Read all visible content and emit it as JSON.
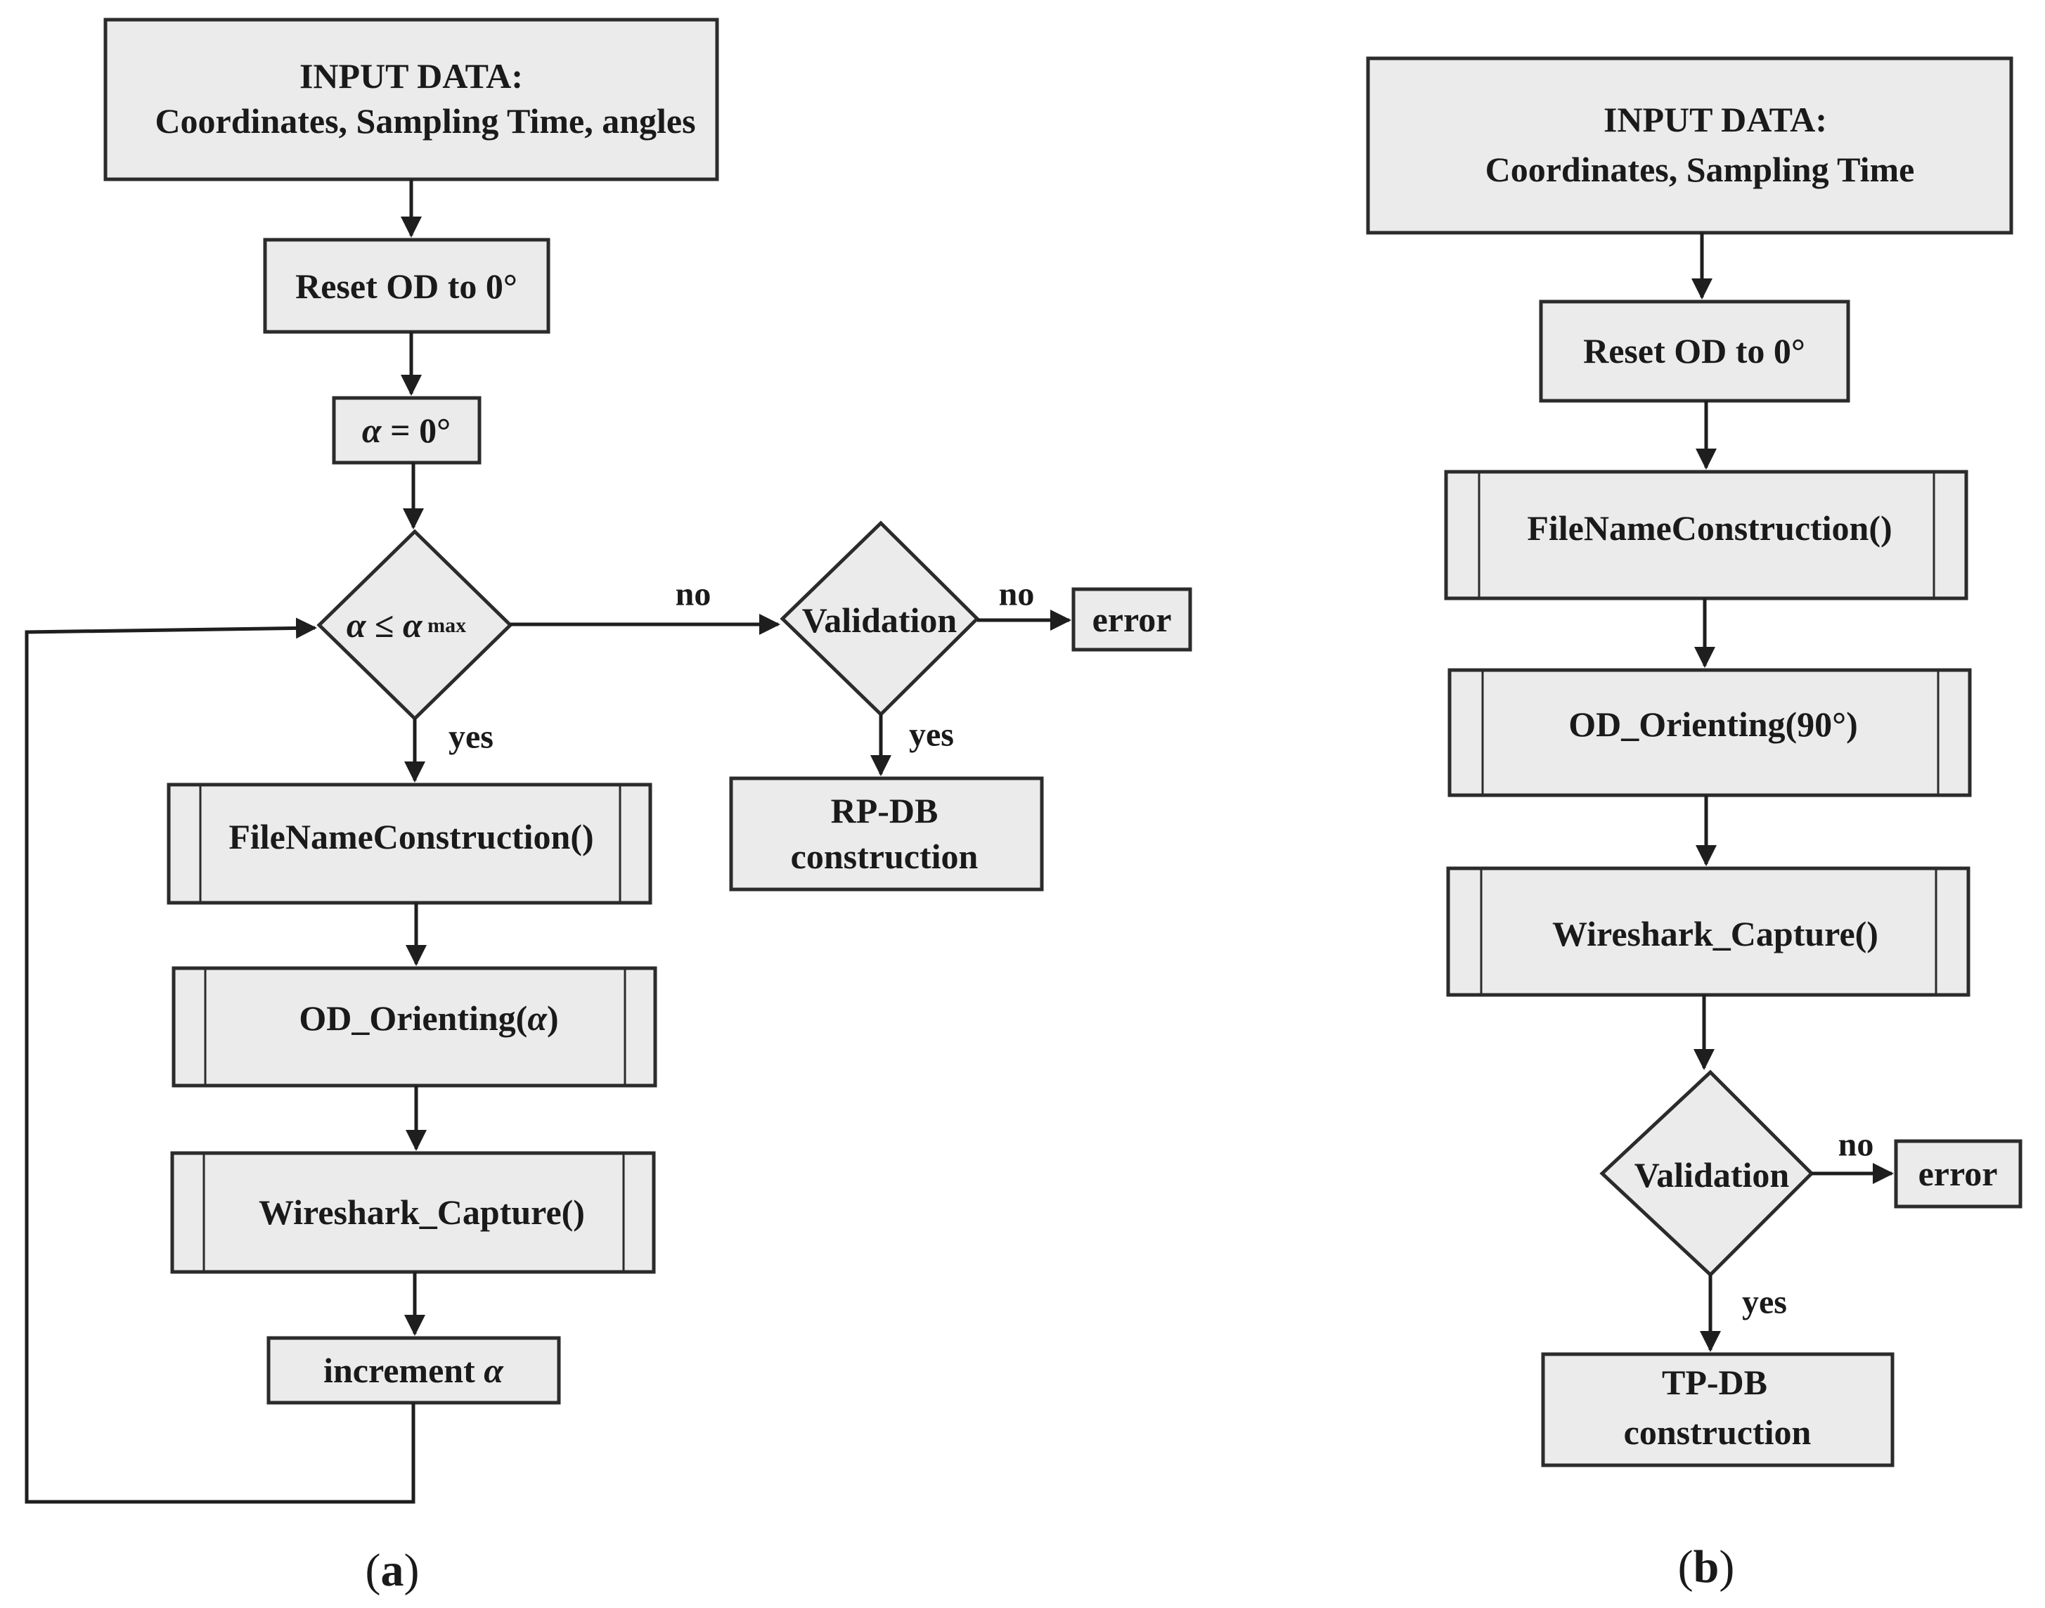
{
  "panel_a": {
    "input": {
      "line1": "INPUT DATA:",
      "line2": "Coordinates, Sampling Time, angles"
    },
    "reset": "Reset OD to 0°",
    "alpha_init": {
      "symbol": "α",
      "rest": " = 0°"
    },
    "loop_cond": {
      "symbol": "α",
      "op": " ≤ ",
      "symbol2": "α",
      "subscript": " max"
    },
    "filename": "FileNameConstruction()",
    "orienting": {
      "text": "OD_Orienting(",
      "symbol": "α",
      "close": ")"
    },
    "capture": "Wireshark_Capture()",
    "increment": {
      "text": "increment ",
      "symbol": "α"
    },
    "validation": "Validation",
    "error": "error",
    "result": {
      "line1": "RP-DB",
      "line2": "construction"
    },
    "edge_no_1": "no",
    "edge_no_2": "no",
    "edge_yes_1": "yes",
    "edge_yes_2": "yes",
    "caption": {
      "open": "(",
      "letter": "a",
      "close": ")"
    }
  },
  "panel_b": {
    "input": {
      "line1": "INPUT DATA:",
      "line2": "Coordinates, Sampling Time"
    },
    "reset": "Reset OD to 0°",
    "filename": "FileNameConstruction()",
    "orienting": "OD_Orienting(90°)",
    "capture": "Wireshark_Capture()",
    "validation": "Validation",
    "error": "error",
    "result": {
      "line1": "TP-DB",
      "line2": "construction"
    },
    "edge_no": "no",
    "edge_yes": "yes",
    "caption": {
      "open": "(",
      "letter": "b",
      "close": ")"
    }
  }
}
